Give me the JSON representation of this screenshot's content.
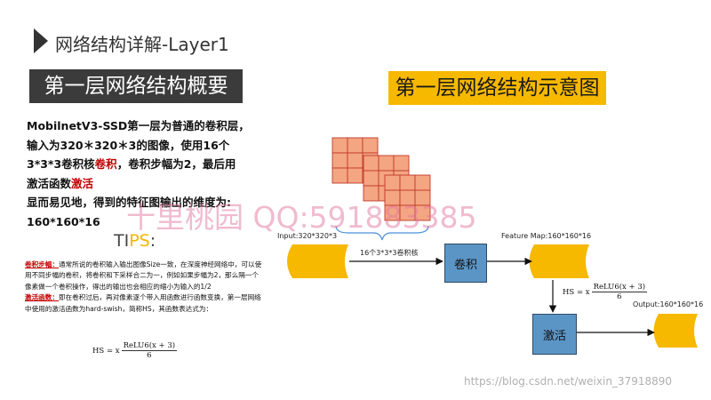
{
  "header": {
    "title": "网络结构详解-Layer1"
  },
  "banners": {
    "left": "第一层网络结构概要",
    "right": "第一层网络结构示意图"
  },
  "description": {
    "line1": "MobilnetV3-SSD第一层为普通的卷积层，",
    "line2": "输入为320＊320＊3的图像，使用16个",
    "line3_pre": "3*3*3卷积核",
    "line3_red": "卷积",
    "line3_post": "，卷积步幅为2，最后用",
    "line4_pre": "激活函数",
    "line4_red": "激活",
    "line5": "显而易见地，得到的特征图输出的维度为:",
    "line6": "160*160*16"
  },
  "watermark": {
    "text": "十里桃园 QQ:591883385"
  },
  "tips": {
    "title_a": "TI",
    "title_b": "PS",
    "title_c": ":",
    "conv_label": "卷积步幅：",
    "conv_text": "通常所说的卷积输入输出图像Size一致，在深度神经网络中，可以使用不同步幅的卷积，将卷积和下采样合二为一，例如如果步幅为2，那么隔一个像素做一个卷积操作，得出的输出也会相应的缩小为输入的1/2",
    "act_label": "激活函数：",
    "act_text": "即在卷积过后，再对像素逐个带入用函数进行函数变换，第一层网络中使用的激活函数为hard-swish，简称HS，其函数表达式为："
  },
  "formula": {
    "lhs": "HS = x",
    "numerator": "ReLU6(x + 3)",
    "denominator": "6"
  },
  "diagram": {
    "input_label": "Input:320*320*3",
    "kernel_label": "16个3*3*3卷积核",
    "conv_button": "卷积",
    "feature_label": "Feature Map:160*160*16",
    "act_button": "激活",
    "output_label": "Output:160*160*16"
  },
  "colors": {
    "kernel_fill": "#f4a582",
    "kernel_stroke": "#c0392b",
    "tensor_fill": "#f7b800",
    "box_fill": "#5b95c6",
    "banner_dark": "#3b3b3b",
    "banner_yellow": "#f7b800",
    "accent_red": "#c00000"
  },
  "site_watermark": "https://blog.csdn.net/weixin_37918890"
}
